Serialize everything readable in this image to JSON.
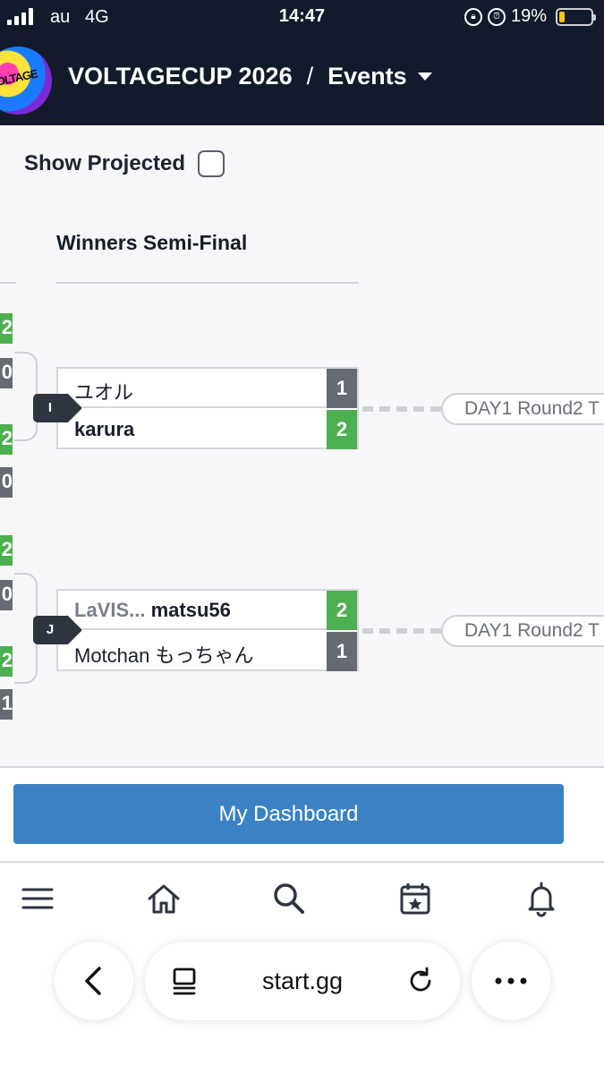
{
  "status_bar": {
    "carrier": "au",
    "network": "4G",
    "time": "14:47",
    "battery": "19%",
    "battery_level": 0.19,
    "icons": [
      "signal-icon",
      "orientation-lock-icon",
      "alarm-icon",
      "battery-icon"
    ]
  },
  "header": {
    "tournament": "VOLTAGECUP 2026",
    "separator": "/",
    "section": "Events",
    "logo_text": "VOLTAGE"
  },
  "controls": {
    "show_projected_label": "Show Projected",
    "show_projected_checked": false
  },
  "bracket": {
    "round_title": "Winners Semi-Final",
    "left_scores": [
      {
        "value": "2",
        "state": "win"
      },
      {
        "value": "0",
        "state": "lose"
      },
      {
        "value": "2",
        "state": "win"
      },
      {
        "value": "0",
        "state": "lose"
      },
      {
        "value": "2",
        "state": "win"
      },
      {
        "value": "0",
        "state": "lose"
      },
      {
        "value": "2",
        "state": "win"
      },
      {
        "value": "1",
        "state": "lose"
      }
    ],
    "matches": [
      {
        "id": "I",
        "players": [
          {
            "prefix": "",
            "name": "ユオル",
            "score": "1",
            "winner": false
          },
          {
            "prefix": "",
            "name": "karura",
            "score": "2",
            "winner": true
          }
        ],
        "next": "DAY1 Round2 T"
      },
      {
        "id": "J",
        "players": [
          {
            "prefix": "LaVIS...",
            "name": "matsu56",
            "score": "2",
            "winner": true
          },
          {
            "prefix": "",
            "name": "Motchan もっちゃん",
            "score": "1",
            "winner": false
          }
        ],
        "next": "DAY1 Round2 T"
      }
    ]
  },
  "dashboard_button": "My Dashboard",
  "nav": [
    "menu-icon",
    "home-icon",
    "search-icon",
    "calendar-icon",
    "bell-icon"
  ],
  "browser": {
    "url": "start.gg"
  },
  "colors": {
    "header_bg": "#131a2c",
    "win": "#4caf50",
    "lose": "#666a73",
    "primary": "#3b82c4"
  }
}
